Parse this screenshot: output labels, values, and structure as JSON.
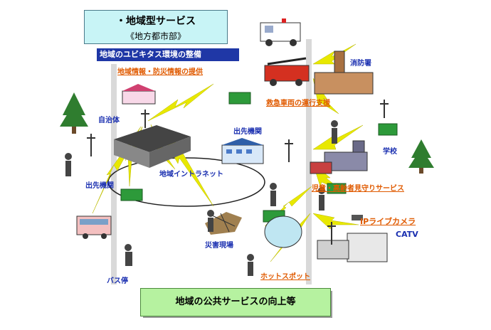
{
  "title": {
    "line1": "・地域型サービス",
    "line2": "《地方都市部》"
  },
  "ubiquitous_label": "地域のユビキタス環境の整備",
  "labels": {
    "info_provision": "地域情報・防災情報の提供",
    "jichitai": "自治体",
    "emergency": "救急車両の運行支援",
    "fire_station": "消防署",
    "branch_office_1": "出先機関",
    "branch_office_2": "出先機関",
    "intranet": "地域イントラネット",
    "school": "学校",
    "monitoring": "児童・高齢者見守りサービス",
    "ip_camera": "IPライブカメラ",
    "catv": "CATV",
    "disaster": "災害現場",
    "hotspot": "ホットスポット",
    "bus_stop": "バス停"
  },
  "bottom_label": "地域の公共サービスの向上等",
  "colors": {
    "title_bg": "#c8f4f6",
    "ubi_bg": "#1f37a6",
    "bottom_bg": "#b6f2a0",
    "lightning": "#e8e800",
    "label_blue": "#1a2fb0",
    "label_orange": "#e05a00"
  }
}
